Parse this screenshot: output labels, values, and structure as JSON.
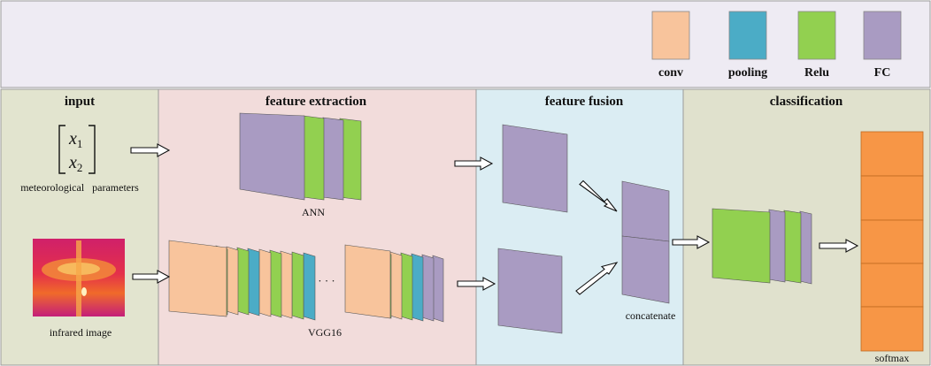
{
  "legend": {
    "conv": {
      "label": "conv",
      "color": "#F8C49C"
    },
    "pooling": {
      "label": "pooling",
      "color": "#4BACC6"
    },
    "relu": {
      "label": "Relu",
      "color": "#92D050"
    },
    "fc": {
      "label": "FC",
      "color": "#A99BC2"
    }
  },
  "sections": {
    "input": {
      "title": "input",
      "color": "#E2E4CF"
    },
    "feature_extraction": {
      "title": "feature extraction",
      "color": "#F2DCDB"
    },
    "feature_fusion": {
      "title": "feature fusion",
      "color": "#DBEDF3"
    },
    "classification": {
      "title": "classification",
      "color": "#E0E1CD"
    }
  },
  "labels": {
    "x": "x",
    "sub1": "1",
    "sub2": "2",
    "meteorological": "meteorological   parameters",
    "infrared": "infrared image",
    "ann": "ANN",
    "vgg16": "VGG16",
    "ellipsis": "· · ·",
    "concatenate": "concatenate",
    "softmax": "softmax"
  },
  "colors": {
    "legend_band": "#EEEBF3",
    "softmax": "#F79646"
  }
}
